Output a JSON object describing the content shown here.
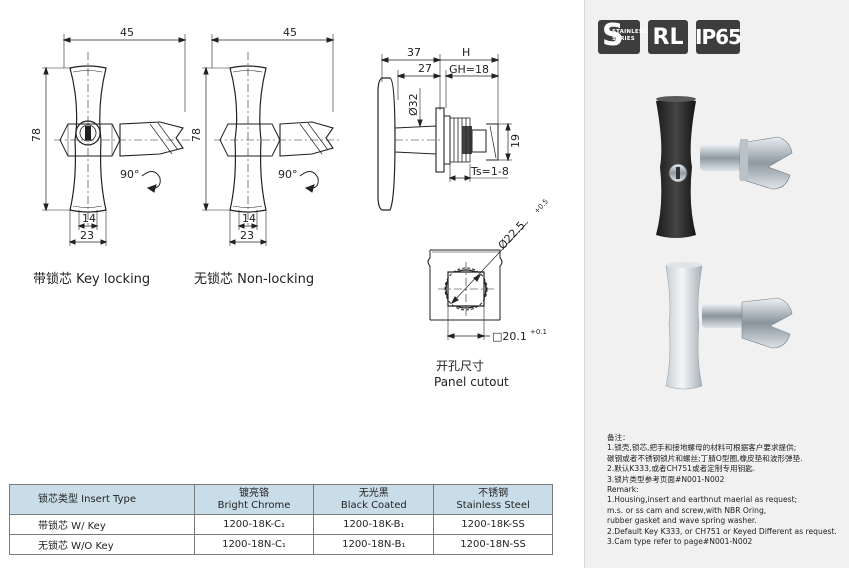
{
  "left_drawings": {
    "key_locking": {
      "dim_width": "45",
      "dim_height": "78",
      "dim_bottom_inner": "14",
      "dim_bottom_outer": "23",
      "rotation": "90°",
      "caption": "带锁芯 Key locking"
    },
    "non_locking": {
      "dim_width": "45",
      "dim_height": "78",
      "dim_bottom_inner": "14",
      "dim_bottom_outer": "23",
      "rotation": "90°",
      "caption": "无锁芯 Non-locking"
    },
    "side_view": {
      "dim_37": "37",
      "dim_27": "27",
      "dim_h": "H",
      "dim_gh": "GH=18",
      "dim_dia": "Ø32",
      "dim_19": "19",
      "dim_ts": "Ts=1-8"
    },
    "panel_cutout": {
      "dim_dia": "Ø22.5",
      "dim_dia_tol": "+0.5",
      "dim_square": "□20.1",
      "dim_square_tol": "+0.1",
      "caption_cn": "开孔尺寸",
      "caption_en": "Panel cutout"
    }
  },
  "badges": {
    "ss_big": "S",
    "ss_small_1": "STAINLESS",
    "ss_small_2": "SERIES",
    "rl": "RL",
    "ip": "IP65"
  },
  "notes": [
    "备注：",
    "1.锁壳,锁芯,把手和接地螺母的材料可根据客户要求提供;",
    "碳钢或者不锈钢锁片和螺丝;丁腈O型圈,橡皮垫和波形弹垫.",
    "2.默认K333,或者CH751或者定制专用钥匙.",
    "3.锁片类型参考页面#N001-N002",
    "Remark:",
    "1.Housing,insert and earthnut maerial as request;",
    "m.s. or ss cam and screw,with NBR Oring,",
    "rubber gasket and wave spring washer.",
    "2.Default Key K333, or CH751 or Keyed Different as request.",
    "3.Cam type refer to page#N001-N002"
  ],
  "table": {
    "headers": [
      {
        "cn": "锁芯类型 Insert Type",
        "en": ""
      },
      {
        "cn": "镀亮铬",
        "en": "Bright Chrome"
      },
      {
        "cn": "无光黑",
        "en": "Black Coated"
      },
      {
        "cn": "不锈钢",
        "en": "Stainless Steel"
      }
    ],
    "rows": [
      [
        "带锁芯 W/ Key",
        "1200-18K-C₁",
        "1200-18K-B₁",
        "1200-18K-SS"
      ],
      [
        "无锁芯 W/O Key",
        "1200-18N-C₁",
        "1200-18N-B₁",
        "1200-18N-SS"
      ]
    ]
  },
  "colors": {
    "table_header": "#c9dde9",
    "right_panel": "#f1f1f1",
    "badge": "#3d3d3d"
  }
}
